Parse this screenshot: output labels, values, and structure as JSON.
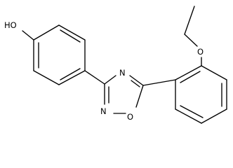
{
  "atoms": {
    "hydroxyl": "HO",
    "ring_n_top": "N",
    "ring_n_bottom": "N",
    "ring_o": "O",
    "ether_o": "O"
  },
  "colors": {
    "bond": "#000000",
    "label": "#000000",
    "background": "#ffffff"
  }
}
